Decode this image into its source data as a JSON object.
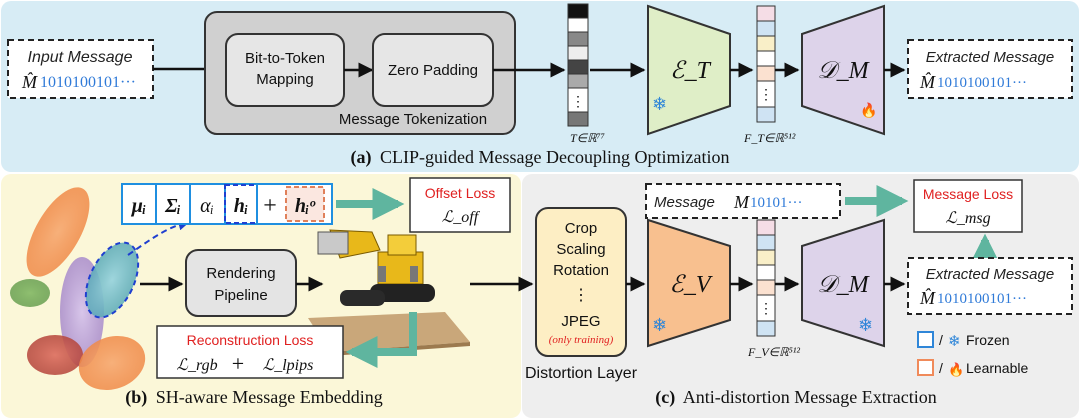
{
  "colors": {
    "panel_a_bg": "#d7ecf5",
    "panel_b_bg": "#fbf7d8",
    "panel_c_bg": "#eeeeee",
    "encoder_text": "#dfeec7",
    "encoder_vis": "#f8c08f",
    "decoder": "#ddd3ea",
    "arrow_teal": "#5fb59f",
    "bits_blue": "#2f7ad8",
    "loss_red": "#e02020",
    "frozen_blue": "#2f86d8",
    "learnable_orange": "#f08a5a"
  },
  "panel_a": {
    "caption_prefix": "(a)",
    "caption_text": "CLIP-guided Message Decoupling Optimization",
    "input_label": "Input Message",
    "input_symbol": "M̂",
    "input_bits": "1010100101···",
    "bit_to_token_1": "Bit-to-Token",
    "bit_to_token_2": "Mapping",
    "zero_padding": "Zero Padding",
    "tokenization_label": "Message Tokenization",
    "token_dim": "T∈ℝ⁷⁷",
    "feat_dim": "F_T∈ℝ⁵¹²",
    "encoder_label": "ℰ_T",
    "decoder_label": "𝒟_M",
    "output_label": "Extracted Message",
    "output_symbol": "M̂",
    "output_bits": "1010100101···"
  },
  "panel_b": {
    "caption_prefix": "(b)",
    "caption_text": "SH-aware Message Embedding",
    "attr_mu": "μᵢ",
    "attr_sigma": "Σᵢ",
    "attr_alpha": "αᵢ",
    "attr_h": "hᵢ",
    "attr_plus": "+",
    "attr_ho": "hᵢᵒ",
    "offset_loss_title": "Offset Loss",
    "offset_loss_sym": "ℒ_off",
    "rendering_1": "Rendering",
    "rendering_2": "Pipeline",
    "recon_title": "Reconstruction Loss",
    "recon_rgb": "ℒ_rgb",
    "recon_plus": "+",
    "recon_lpips": "ℒ_lpips"
  },
  "panel_c": {
    "caption_prefix": "(c)",
    "caption_text": "Anti-distortion Message Extraction",
    "message_label": "Message",
    "message_symbol": "M",
    "message_bits": "10101···",
    "message_loss_title": "Message Loss",
    "message_loss_sym": "ℒ_msg",
    "distortions": [
      "Crop",
      "Scaling",
      "Rotation"
    ],
    "vdots": "⋮",
    "jpeg": "JPEG",
    "only_training": "(only training)",
    "distortion_layer": "Distortion Layer",
    "encoder_label": "ℰ_V",
    "decoder_label": "𝒟_M",
    "feat_dim": "F_V∈ℝ⁵¹²",
    "output_label": "Extracted Message",
    "output_symbol": "M̂",
    "output_bits": "1010100101···",
    "legend_frozen": "Frozen",
    "legend_learnable": "Learnable",
    "legend_sep": "/"
  },
  "icons": {
    "frozen": "snowflake-icon",
    "learnable": "flame-icon"
  }
}
